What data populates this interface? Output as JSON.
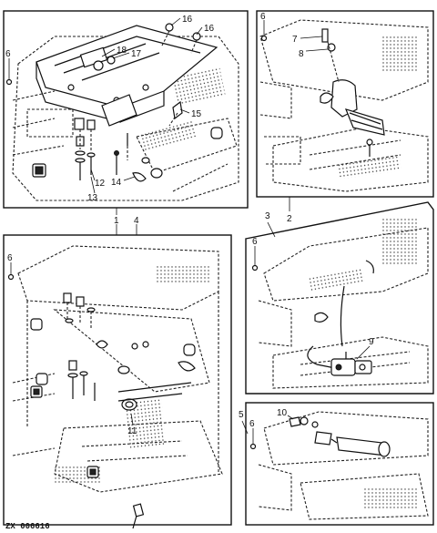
{
  "figure_code": "ZX 006616",
  "panels": [
    {
      "id": "panel-1",
      "labels": [
        "1"
      ],
      "callouts": [
        "6",
        "12",
        "13",
        "14",
        "15",
        "16",
        "16",
        "17",
        "18"
      ]
    },
    {
      "id": "panel-2",
      "labels": [
        "2"
      ],
      "callouts": [
        "6",
        "7",
        "8"
      ]
    },
    {
      "id": "panel-3",
      "labels": [
        "3"
      ],
      "callouts": [
        "6",
        "9"
      ]
    },
    {
      "id": "panel-4",
      "labels": [
        "4"
      ],
      "callouts": [
        "6",
        "11"
      ]
    },
    {
      "id": "panel-5",
      "labels": [
        "5"
      ],
      "callouts": [
        "6",
        "10"
      ]
    }
  ],
  "callouts": {
    "p1_6": "6",
    "p1_12": "12",
    "p1_13": "13",
    "p1_14": "14",
    "p1_15": "15",
    "p1_16a": "16",
    "p1_16b": "16",
    "p1_17": "17",
    "p1_18": "18",
    "p2_6": "6",
    "p2_7": "7",
    "p2_8": "8",
    "p3_6": "6",
    "p3_9": "9",
    "p4_6": "6",
    "p4_11": "11",
    "p5_6": "6",
    "p5_10": "10"
  },
  "panel_labels": {
    "l1": "1",
    "l2": "2",
    "l3": "3",
    "l4": "4",
    "l5": "5"
  }
}
